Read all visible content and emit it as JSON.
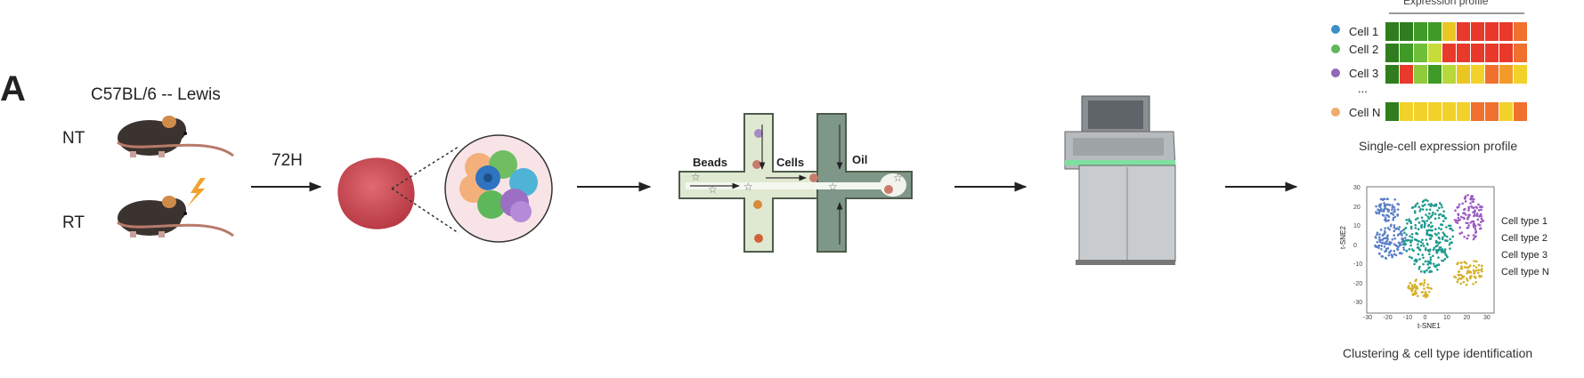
{
  "panel_letter": "A",
  "mouse_section": {
    "strain": "C57BL/6 -- Lewis",
    "groups": [
      "NT",
      "RT"
    ]
  },
  "timepoint": "72H",
  "microfluidics": {
    "labels": [
      "Beads",
      "Cells",
      "Oil"
    ]
  },
  "expression": {
    "header": "Expression profile",
    "rows": [
      {
        "label": "Cell 1",
        "dot_color": "#3e8fc4",
        "colors": [
          "#2f7d1e",
          "#2f7d1e",
          "#3f9a27",
          "#3f9a27",
          "#eac623",
          "#e8392b",
          "#e8392b",
          "#e8392b",
          "#e8392b",
          "#f0702d"
        ]
      },
      {
        "label": "Cell 2",
        "dot_color": "#5db85a",
        "colors": [
          "#2f7d1e",
          "#3f9a27",
          "#6fbf3a",
          "#c6dc3a",
          "#e8392b",
          "#e8392b",
          "#e8392b",
          "#e8392b",
          "#e8392b",
          "#f0702d"
        ]
      },
      {
        "label": "Cell 3",
        "dot_color": "#8f68b8",
        "colors": [
          "#2f7d1e",
          "#e8392b",
          "#8fcb3d",
          "#3f9a27",
          "#b6d83a",
          "#eac623",
          "#f2d22a",
          "#f0702d",
          "#f29b2b",
          "#f2d22a"
        ]
      },
      {
        "label": "Cell N",
        "dot_color": "#f0ac6a",
        "colors": [
          "#2f7d1e",
          "#f2d22a",
          "#f2d22a",
          "#f2d22a",
          "#f2d22a",
          "#f2d22a",
          "#f0702d",
          "#f0702d",
          "#f2d22a",
          "#f0702d"
        ]
      }
    ],
    "ellipsis": "...",
    "caption": "Single-cell expression profile"
  },
  "tsne": {
    "xlabel": "t-SNE1",
    "ylabel": "t-SNE2",
    "xticks": [
      "-30",
      "-20",
      "-10",
      "0",
      "10",
      "20",
      "30"
    ],
    "yticks": [
      "30",
      "20",
      "10",
      "0",
      "-10",
      "-20",
      "-30"
    ],
    "legend": [
      {
        "name": "Cell type 1",
        "color": "#5b7fc7"
      },
      {
        "name": "Cell type 2",
        "color": "#1e9a8e"
      },
      {
        "name": "Cell type 3",
        "color": "#9b5bc4"
      },
      {
        "name": "Cell type N",
        "color": "#d4b12a"
      }
    ],
    "caption": "Clustering & cell type identification"
  }
}
